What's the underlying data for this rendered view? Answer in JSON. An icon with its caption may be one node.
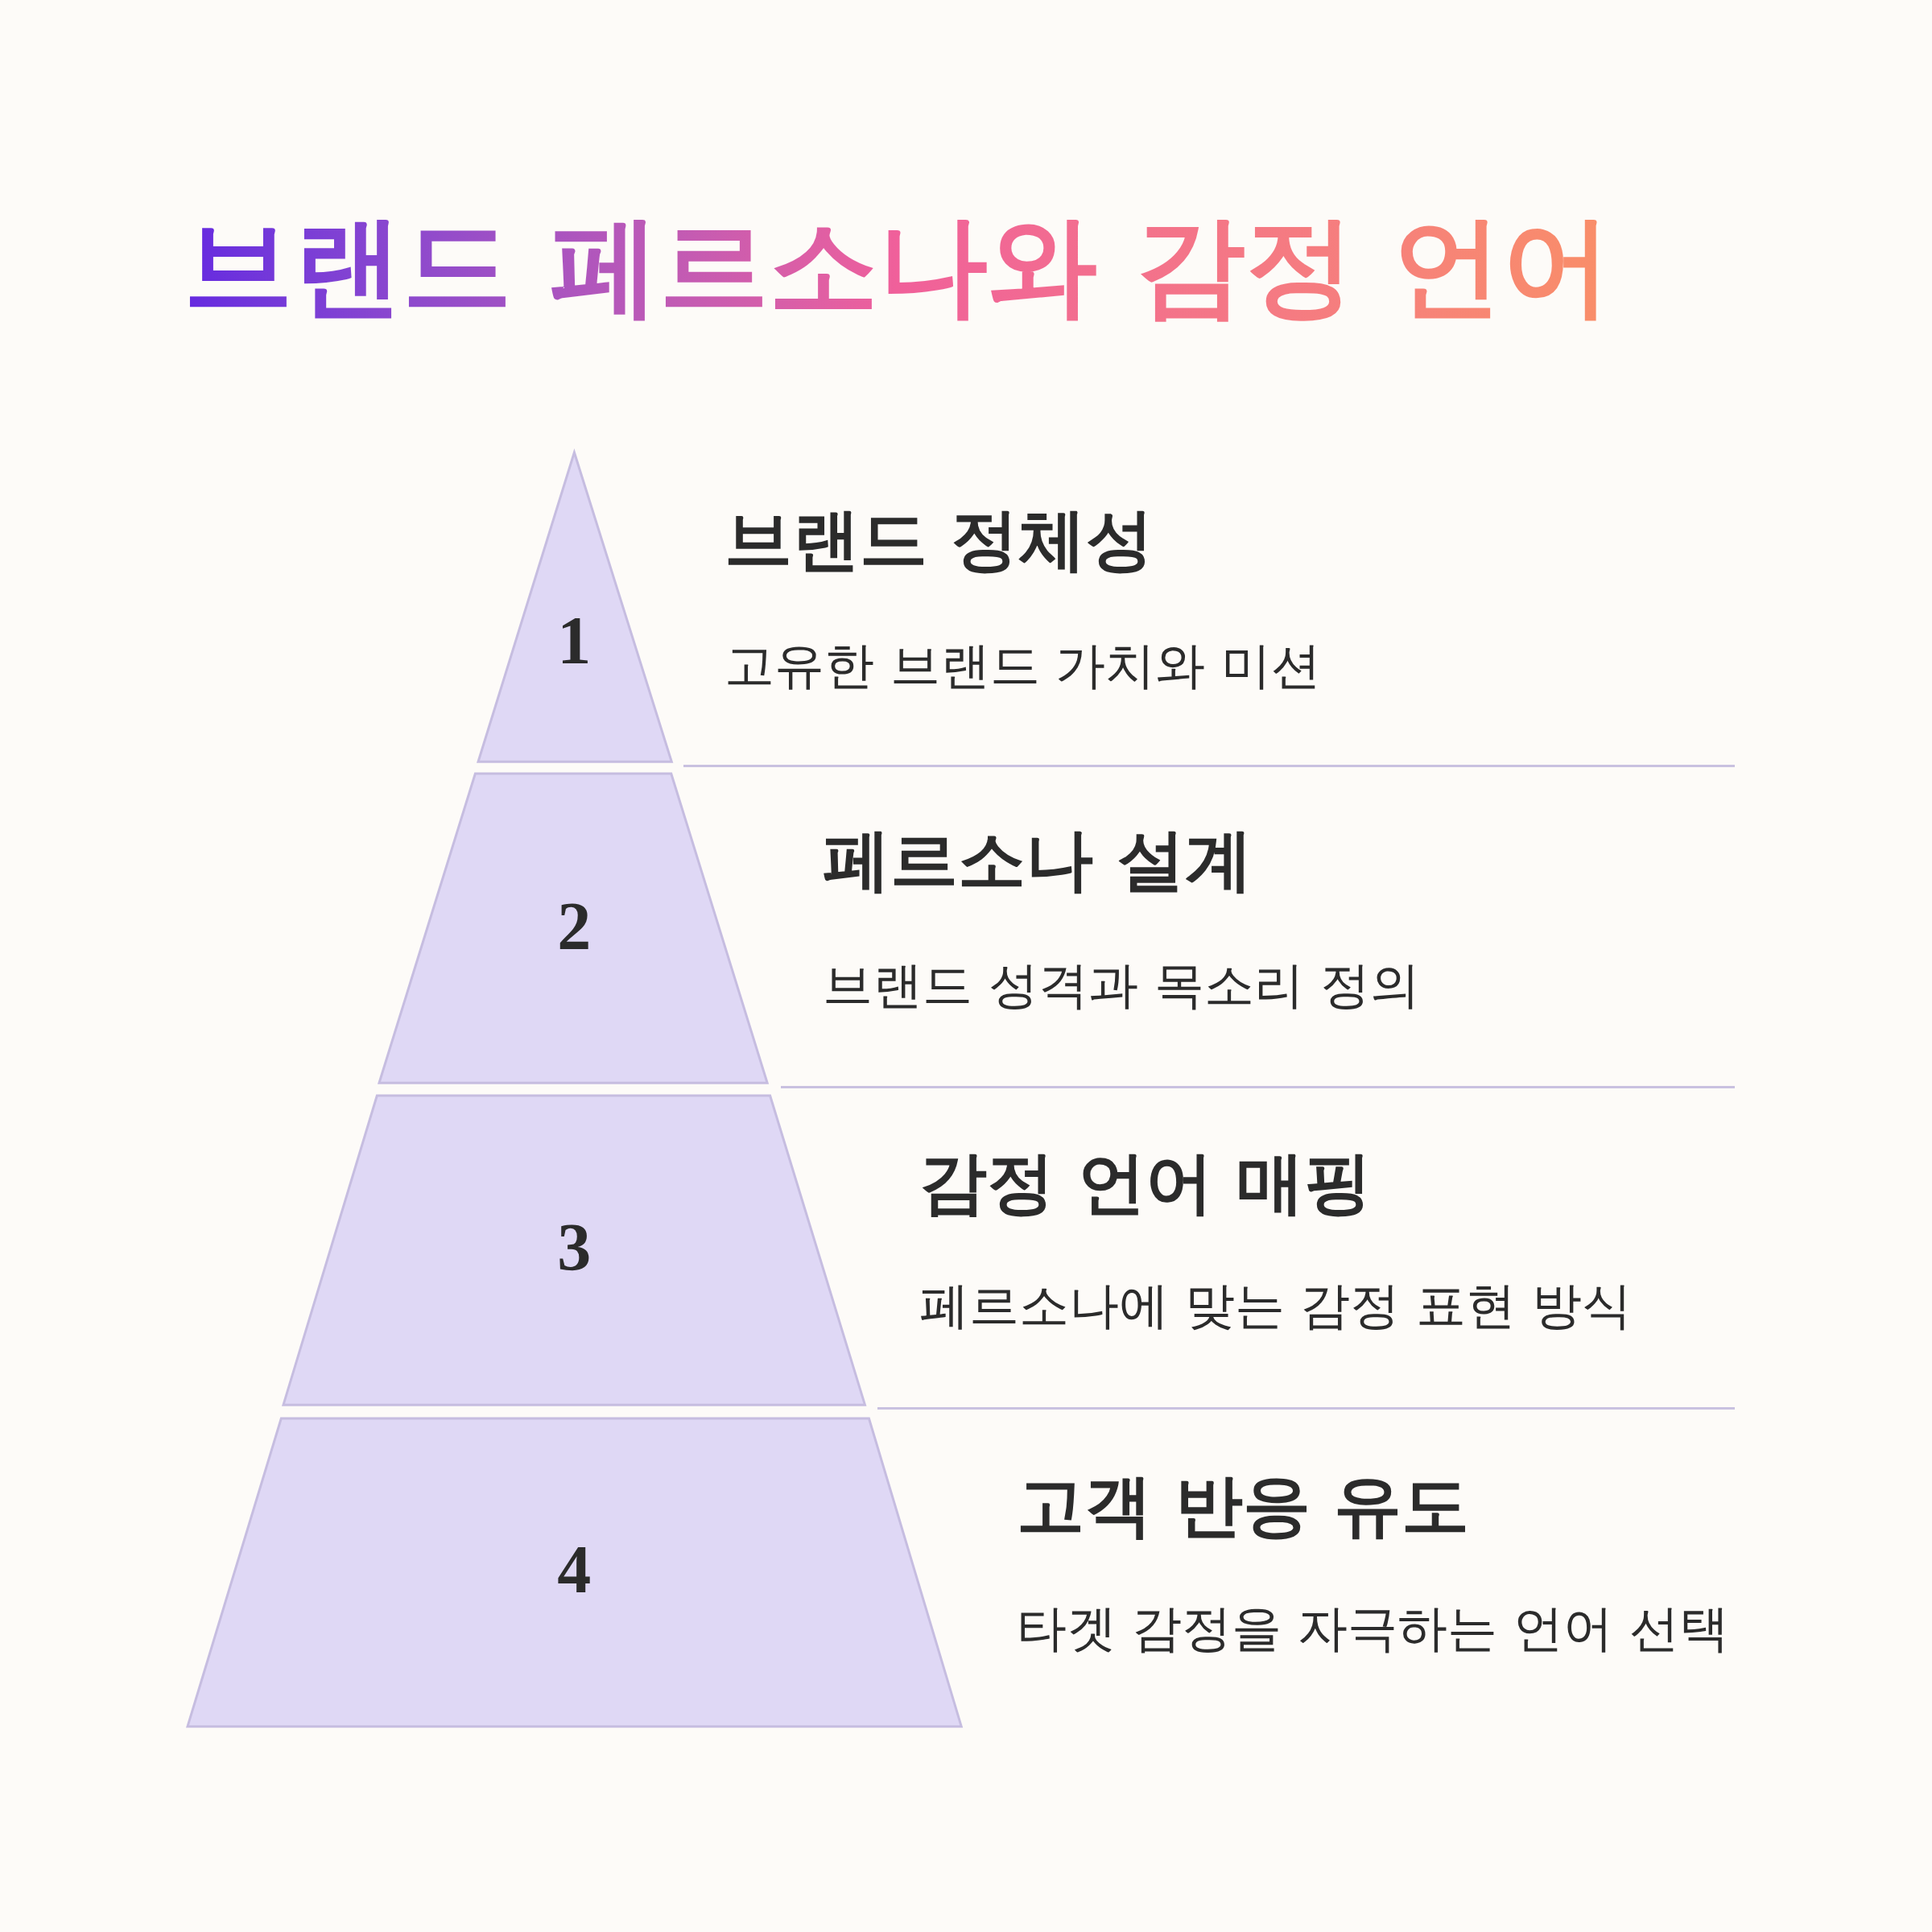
{
  "diagram": {
    "title": "브랜드 페르소나와 감정 언어",
    "nodes": [
      {
        "text": [
          "1"
        ]
      },
      {
        "text": [
          "2"
        ]
      },
      {
        "text": [
          "3"
        ]
      },
      {
        "text": [
          "4"
        ]
      }
    ],
    "labels": [
      "브랜드 정체성",
      "고유한 브랜드 가치와 미션",
      "페르소나 설계",
      "브랜드 성격과 목소리 정의",
      "감정 언어 매핑",
      "페르소나에 맞는 감정 표현 방식",
      "고객 반응 유도",
      "타겟 감정을 자극하는 언어 선택"
    ]
  }
}
